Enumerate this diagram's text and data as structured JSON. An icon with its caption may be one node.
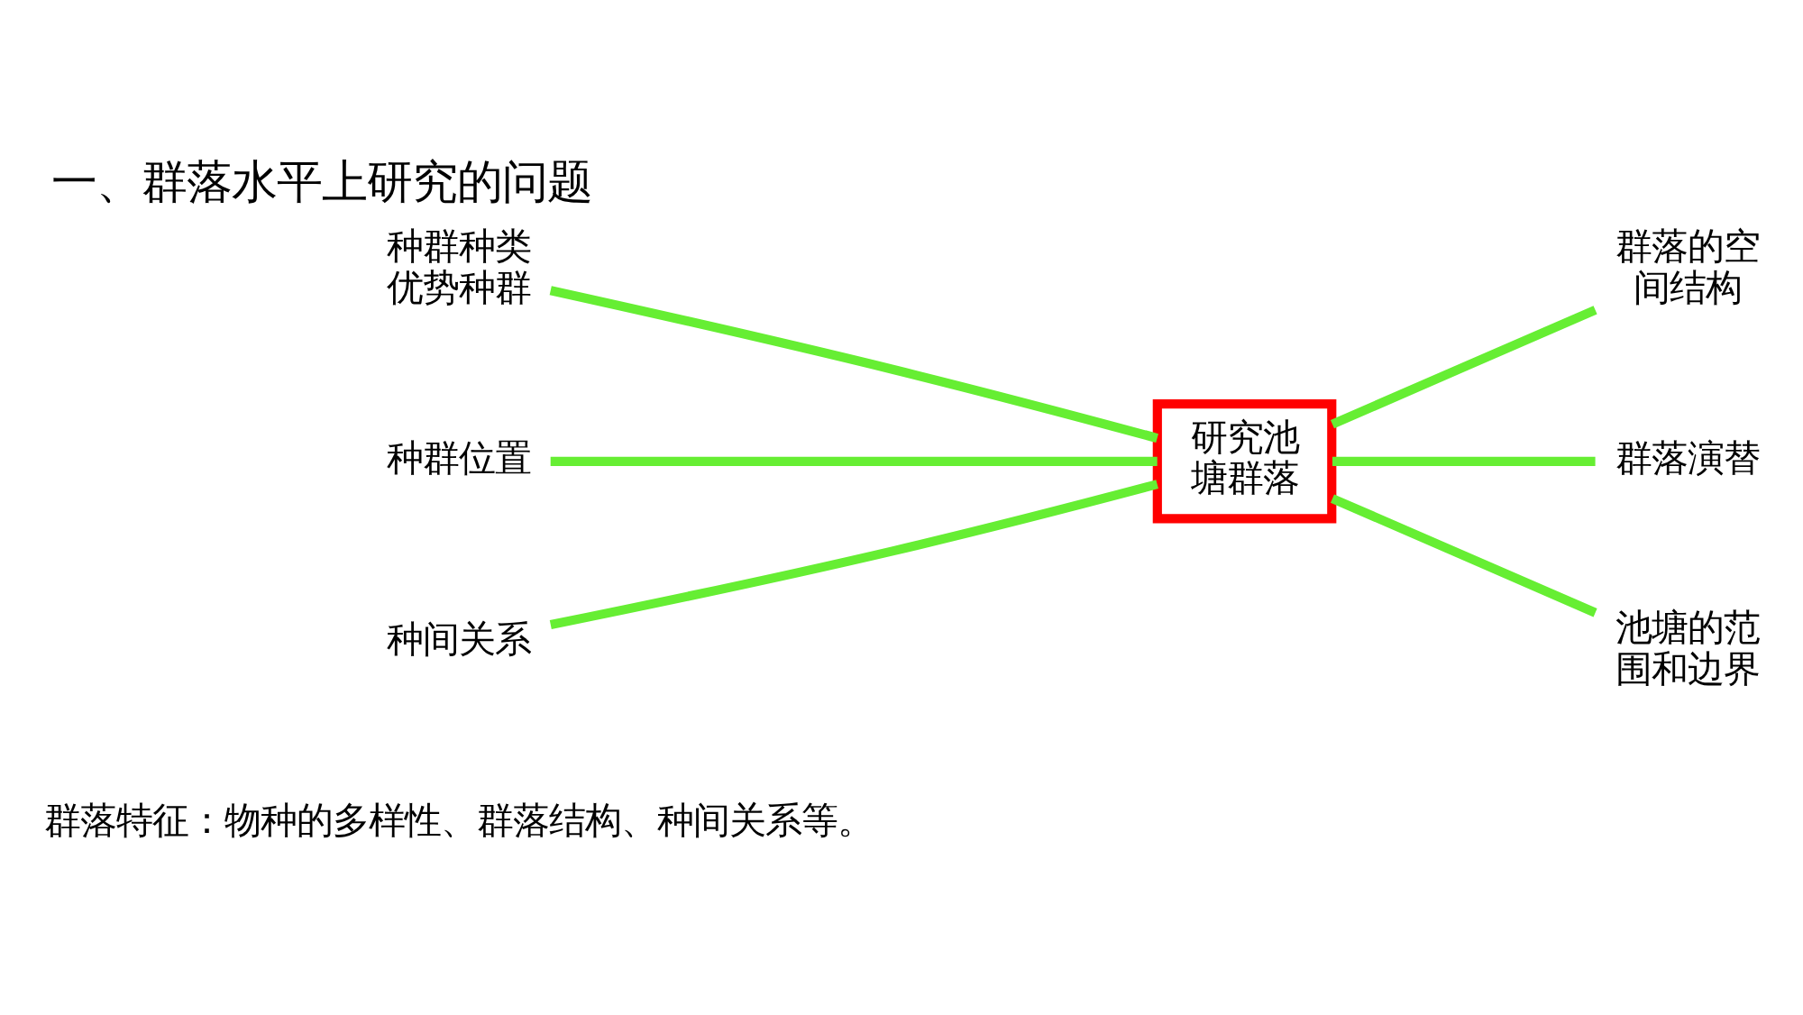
{
  "diagram": {
    "title": "一、群落水平上研究的问题",
    "nodes": [
      {
        "text": [
          "种群种类优势种群"
        ]
      },
      {
        "text": [
          "群落的空间结构"
        ]
      },
      {
        "text": [
          "研究池塘群落"
        ]
      },
      {
        "text": [
          "种群位置"
        ]
      },
      {
        "text": [
          "群落演替"
        ]
      },
      {
        "text": [
          "池塘的范围和边界"
        ]
      },
      {
        "text": [
          "种间关系"
        ]
      }
    ],
    "edges": [
      {
        "from": 0,
        "to": 2,
        "arrow": "none"
      },
      {
        "from": 2,
        "to": 1,
        "arrow": "none"
      },
      {
        "from": 3,
        "to": 2,
        "arrow": "none"
      },
      {
        "from": 2,
        "to": 4,
        "arrow": "none"
      },
      {
        "from": 6,
        "to": 2,
        "arrow": "none"
      },
      {
        "from": 2,
        "to": 5,
        "arrow": "none"
      }
    ],
    "labels": [
      "群落特征：物种的多样性、群落结构、种间关系等。"
    ]
  }
}
